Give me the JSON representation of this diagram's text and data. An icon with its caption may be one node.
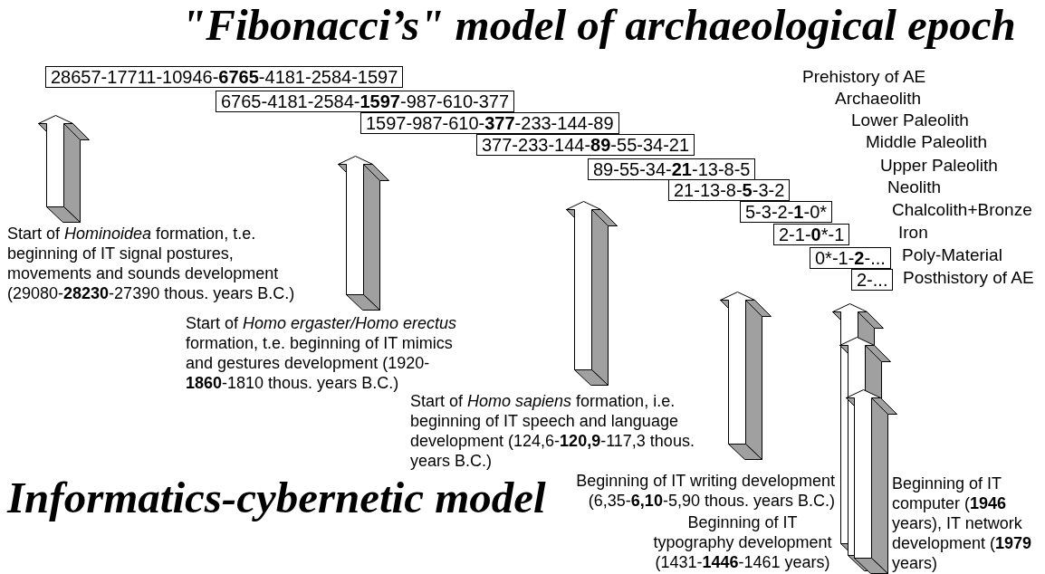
{
  "diagram": {
    "title": "\"Fibonacci’s\" model of archaeological epoch",
    "nodes": [
      {
        "text": [
          "28657-17711-10946-**6765**-4181-2584-1597"
        ]
      },
      {
        "text": [
          "6765-4181-2584-**1597**-987-610-377"
        ]
      },
      {
        "text": [
          "1597-987-610-**377**-233-144-89"
        ]
      },
      {
        "text": [
          "377-233-144-**89**-55-34-21"
        ]
      },
      {
        "text": [
          "89-55-34-**21**-13-8-5"
        ]
      },
      {
        "text": [
          "21-13-8-**5**-3-2"
        ]
      },
      {
        "text": [
          "5-3-2-**1**-0*"
        ]
      },
      {
        "text": [
          "2-1-**0***-1"
        ]
      },
      {
        "text": [
          "0*-1-**2**-..."
        ]
      },
      {
        "text": [
          "2-..."
        ]
      }
    ],
    "labels": [
      "Prehistory of AE",
      "Archaeolith",
      "Lower Paleolith",
      "Middle Paleolith",
      "Upper Paleolith",
      "Neolith",
      "Chalcolith+Bronze",
      "Iron",
      "Poly-Material",
      "Posthistory of AE",
      "Start of *Hominoidea* formation, t.e. beginning of IT signal postures, movements and sounds development (29080-**28230**-27390 thous. years B.C.)",
      "Start of *Homo ergaster/Homo erectus* formation, t.e. beginning of IT mimics and gestures development (1920-**1860**-1810 thous. years B.C.)",
      "Start of *Homo sapiens* formation, i.e. beginning of IT speech and language development (124,6-**120,9**-117,3 thous. years B.C.)",
      "Informatics-cybernetic model",
      "Beginning of IT writing development (6,35-**6,10**-5,90 thous. years B.C.)",
      "Beginning of IT typography development (1431-**1446**-1461 years)",
      "Beginning of IT computer (**1946** years), IT network development (**1979** years)"
    ]
  }
}
